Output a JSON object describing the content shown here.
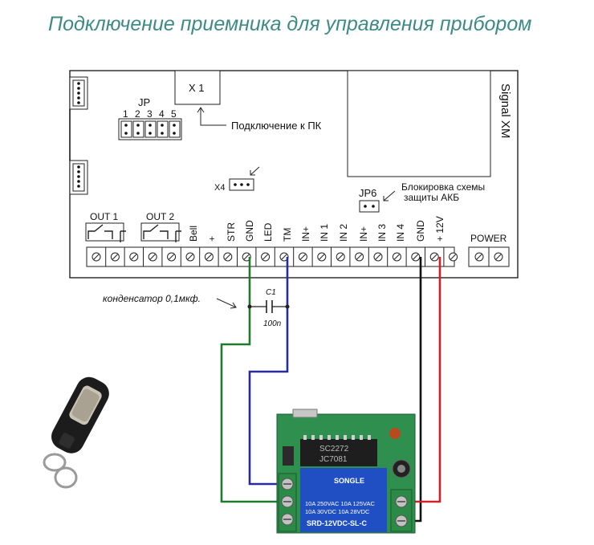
{
  "title": "Подключение приемника для управления прибором",
  "board": {
    "name": "Signal XM",
    "x1_label": "X 1",
    "jp_label": "JP",
    "jp_numbers": [
      "1",
      "2",
      "3",
      "4",
      "5"
    ],
    "pc_connection": "Подключение к ПК",
    "x4_label": "X4",
    "jp6_label": "JP6",
    "jp6_note_line1": "Блокировка схемы",
    "jp6_note_line2": "защиты АКБ",
    "out1": "OUT 1",
    "out2": "OUT 2",
    "power": "POWER",
    "terminals": [
      "Bell",
      "+",
      "STR",
      "GND",
      "LED",
      "TM",
      "IN+",
      "IN 1",
      "IN 2",
      "IN+",
      "IN 3",
      "IN 4",
      "GND",
      "+ 12V"
    ]
  },
  "capacitor": {
    "note": "конденсатор 0,1мкф.",
    "ref": "C1",
    "value": "100n"
  },
  "module": {
    "chip_text": "SC2272",
    "chip_text2": "JC7081",
    "relay_brand": "SONGLE",
    "relay_spec1": "10A 250VAC  10A 125VAC",
    "relay_spec2": "10A 30VDC   10A 28VDC",
    "relay_model": "SRD-12VDC-SL-C"
  },
  "colors": {
    "green_wire": "#1e7b2e",
    "blue_wire": "#2a2a9a",
    "black_wire": "#111111",
    "red_wire": "#d0202a",
    "title": "#3d8a86",
    "pcb": "#2f8f4e",
    "relay": "#1f4fc2"
  }
}
